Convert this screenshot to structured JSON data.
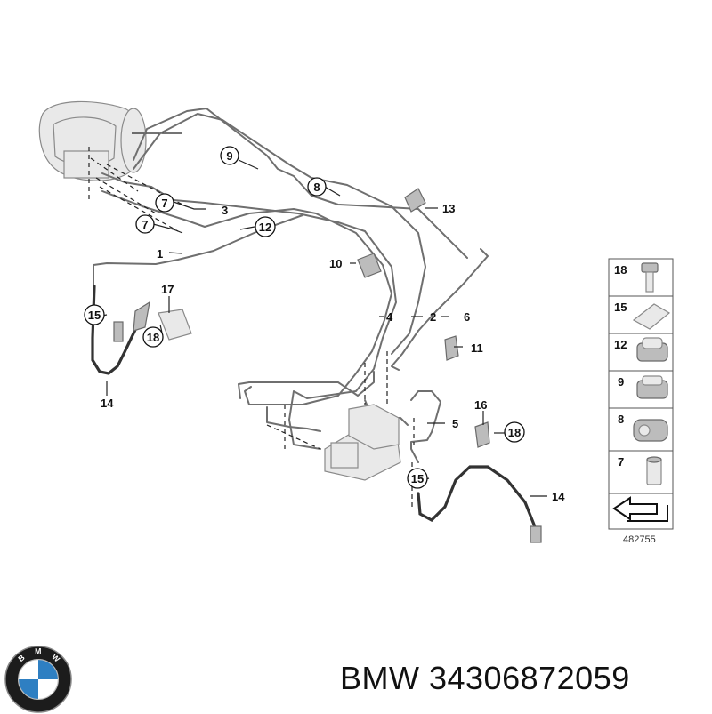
{
  "diagram": {
    "callouts_circled": {
      "c7a": "7",
      "c7b": "7",
      "c9": "9",
      "c8": "8",
      "c12": "12",
      "c15a": "15",
      "c18a": "18",
      "c15b": "15",
      "c18b": "18"
    },
    "callouts_plain": {
      "p3": "3",
      "p1": "1",
      "p13": "13",
      "p10": "10",
      "p17": "17",
      "p4": "4",
      "p2": "2",
      "p6": "6",
      "p11": "11",
      "p14a": "14",
      "p16": "16",
      "p5": "5",
      "p14b": "14"
    },
    "legend": [
      "18",
      "15",
      "12",
      "9",
      "8",
      "7"
    ],
    "image_number": "482755"
  },
  "footer": {
    "brand_text": "BMW 34306872059",
    "logo_letters": [
      "B",
      "M",
      "W"
    ]
  }
}
